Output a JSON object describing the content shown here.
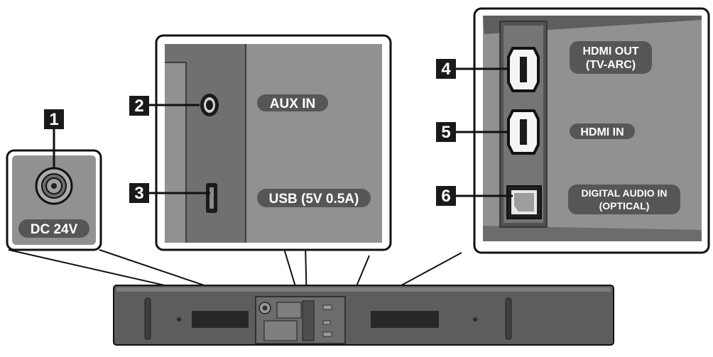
{
  "diagram": {
    "ports": [
      {
        "number": "1",
        "label": "DC 24V"
      },
      {
        "number": "2",
        "label": "AUX IN"
      },
      {
        "number": "3",
        "label": "USB (5V 0.5A)"
      },
      {
        "number": "4",
        "label_line1": "HDMI OUT",
        "label_line2": "(TV-ARC)"
      },
      {
        "number": "5",
        "label": "HDMI IN"
      },
      {
        "number": "6",
        "label_line1": "DIGITAL AUDIO IN",
        "label_line2": "(OPTICAL)"
      }
    ],
    "colors": {
      "panel_light": "#8f9193",
      "panel_dark": "#6e7072",
      "badge_fill": "#545658",
      "label_text": "#ffffff",
      "number_box": "#1a1a1a",
      "outline": "#111111"
    }
  }
}
